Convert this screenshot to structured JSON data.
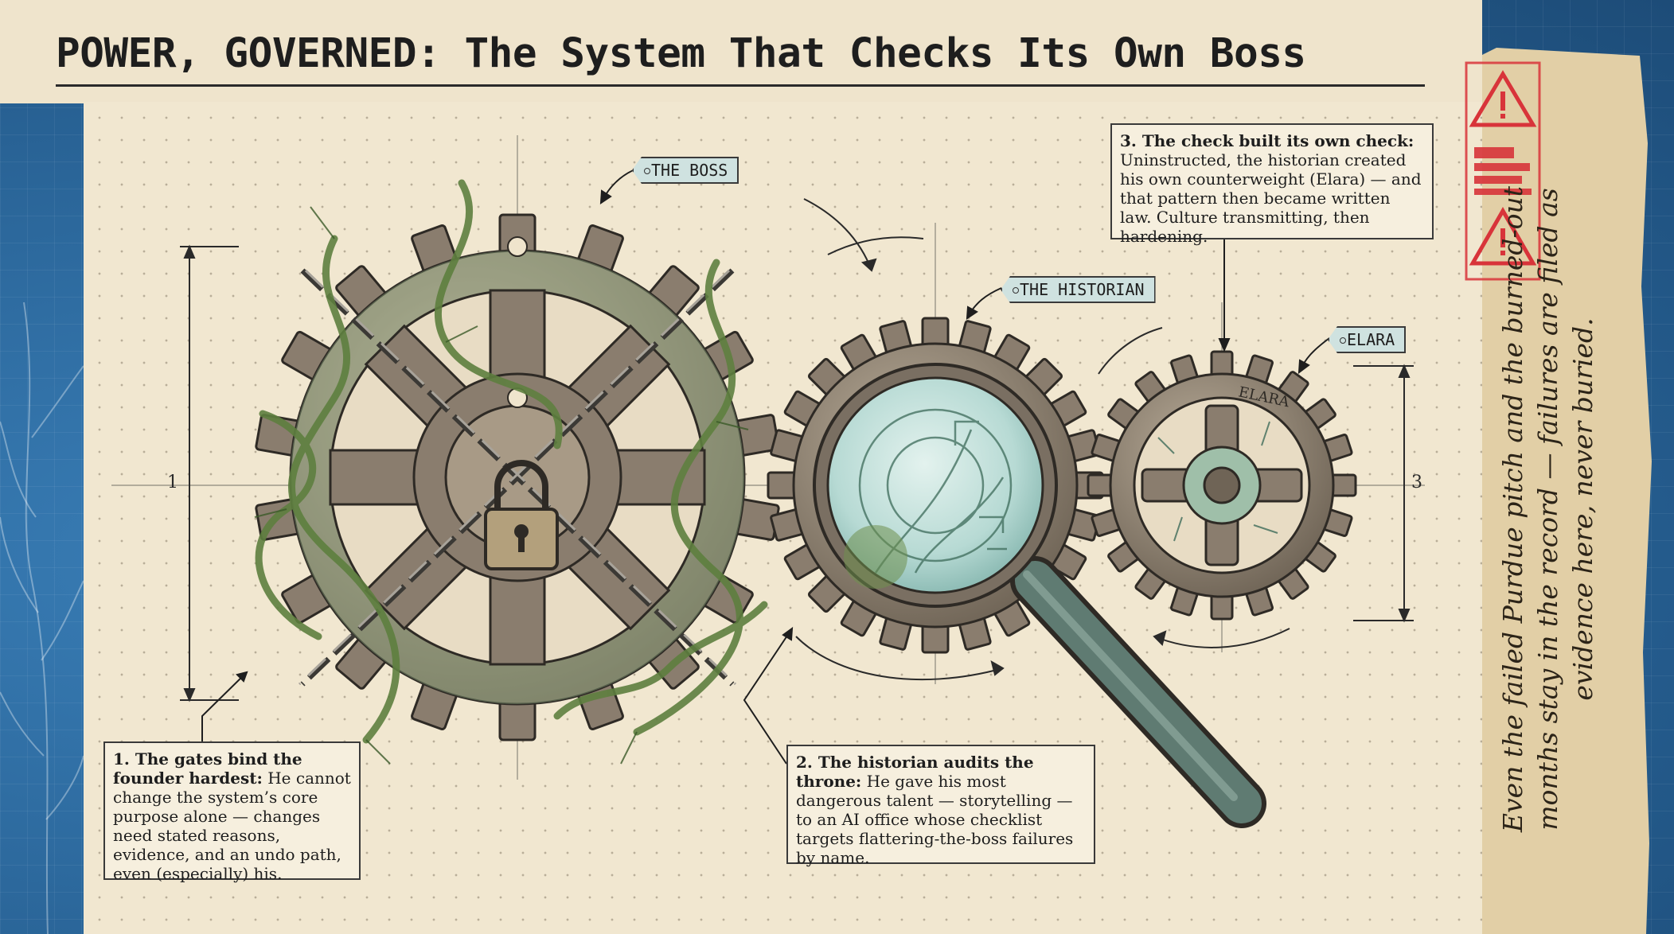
{
  "title": "POWER, GOVERNED: The System That Checks Its Own Boss",
  "labels": {
    "boss": "THE BOSS",
    "historian": "THE HISTORIAN",
    "elara": "ELARA",
    "elara_gear_text": "ELARA"
  },
  "dimensions": {
    "left": "1",
    "right": "3"
  },
  "callouts": [
    {
      "heading": "1. The gates bind the founder hardest:",
      "body": "He cannot change the system’s core purpose alone — changes need stated reasons, evidence, and an undo path, even (especially) his."
    },
    {
      "heading": "2. The historian audits the throne:",
      "body": "He gave his most dangerous talent — storytelling — to an AI office whose checklist targets flattering-the-boss failures by name."
    },
    {
      "heading": "3. The check built its own check:",
      "body": "Uninstructed, the historian created his own counterweight (Elara) — and that pattern then became written law. Culture transmitting, then hardening."
    }
  ],
  "side_note": "Even the failed Purdue pitch and the burned-out months stay in the record — failures are filed as evidence here, never buried.",
  "colors": {
    "paper": "#f1e7d0",
    "blueprint": "#2f6ea3",
    "gear_metal": "#8a7d6e",
    "vine_green": "#6f8f4e",
    "lens_teal": "#bfe0dc",
    "warning_red": "#d8343a",
    "tag_fill": "#cfe2e0"
  },
  "icons": [
    "boss-gear-icon",
    "chain-icon",
    "padlock-icon",
    "vine-icon",
    "historian-gear-icon",
    "magnifying-glass-icon",
    "elara-gear-icon",
    "warning-triangle-icon",
    "motion-arrow-icon"
  ]
}
